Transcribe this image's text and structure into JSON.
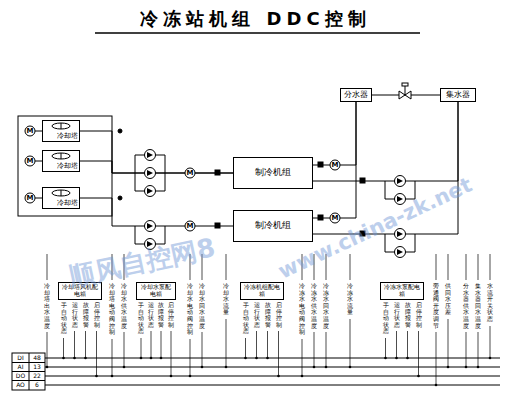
{
  "diagram": {
    "title": "冷冻站机组 DDC控制",
    "nodes": [
      {
        "text": [
          "冷却塔"
        ]
      },
      {
        "text": [
          "冷却塔"
        ]
      },
      {
        "text": [
          "冷却塔"
        ]
      },
      {
        "text": [
          "制冷机组"
        ]
      },
      {
        "text": [
          "制冷机组"
        ]
      },
      {
        "text": [
          "分水器"
        ]
      },
      {
        "text": [
          "集水器"
        ]
      },
      {
        "text": [
          "冷却塔风机配电箱"
        ]
      },
      {
        "text": [
          "冷却水泵配电箱"
        ]
      },
      {
        "text": [
          "冷冻机组配电箱"
        ]
      },
      {
        "text": [
          "冷冻水泵配电箱"
        ]
      }
    ],
    "edges": [
      {
        "from": 0,
        "to": 3,
        "arrow": "none"
      },
      {
        "from": 1,
        "to": 3,
        "arrow": "none"
      },
      {
        "from": 2,
        "to": 4,
        "arrow": "none"
      },
      {
        "from": 3,
        "to": 5,
        "arrow": "none"
      },
      {
        "from": 4,
        "to": 5,
        "arrow": "none"
      },
      {
        "from": 5,
        "to": 6,
        "arrow": "none"
      },
      {
        "from": 6,
        "to": 3,
        "arrow": "none"
      },
      {
        "from": 6,
        "to": 4,
        "arrow": "none"
      }
    ],
    "labels": [
      "M",
      "M",
      "M",
      "M",
      "M",
      "M",
      "M",
      "冷却塔出水温度",
      "手自动状态",
      "运行状态",
      "故障报警",
      "启停控制",
      "冷却塔电动阀控制",
      "冷却水供水温度",
      "手自动状态",
      "运行状态",
      "故障报警",
      "启停控制",
      "冷却水电动阀控制",
      "冷却水回水温度",
      "冷却水流量",
      "手自动状态",
      "运行状态",
      "故障报警",
      "启停控制",
      "冷冻水电动阀控制",
      "冷冻水供水温度",
      "冷冻水回水温度",
      "冷冻水流量",
      "手自动状态",
      "运行状态",
      "故障报警",
      "启停控制",
      "旁通阀开度调节",
      "供回水压差",
      "分水器供水温度",
      "集水器回水温度",
      "水流开关状态",
      "DI",
      "48",
      "AI",
      "13",
      "DO",
      "22",
      "AO",
      "6",
      "顺风自控网8",
      "www.china-zk.net"
    ]
  }
}
